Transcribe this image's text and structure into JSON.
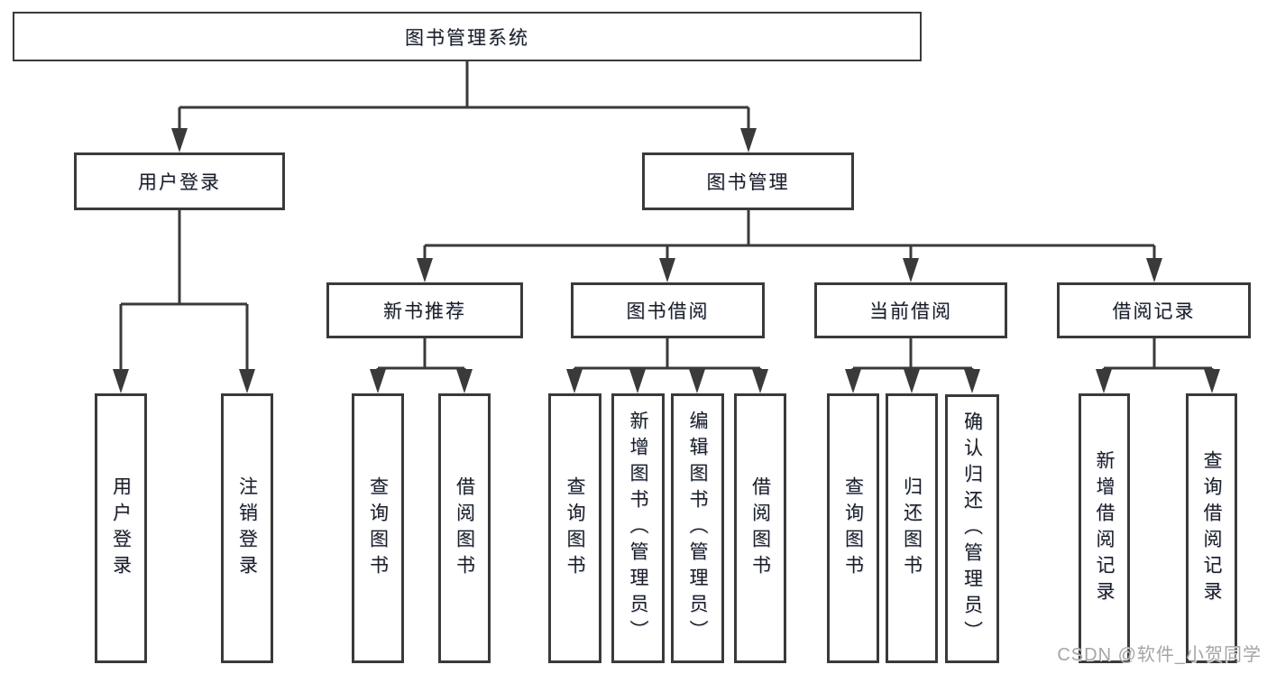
{
  "colors": {
    "line": "#3a3a3a",
    "text": "#1d1d1f",
    "watermark": "#a5a5a5",
    "background": "#ffffff"
  },
  "tree": {
    "root": {
      "label": "图书管理系统"
    },
    "level2": [
      {
        "label": "用户登录",
        "parent": "图书管理系统"
      },
      {
        "label": "图书管理",
        "parent": "图书管理系统"
      }
    ],
    "level3": [
      {
        "label": "新书推荐",
        "parent": "图书管理"
      },
      {
        "label": "图书借阅",
        "parent": "图书管理"
      },
      {
        "label": "当前借阅",
        "parent": "图书管理"
      },
      {
        "label": "借阅记录",
        "parent": "图书管理"
      }
    ],
    "leaves": [
      {
        "label": "用户登录",
        "parent": "用户登录"
      },
      {
        "label": "注销登录",
        "parent": "用户登录"
      },
      {
        "label": "查询图书",
        "parent": "新书推荐"
      },
      {
        "label": "借阅图书",
        "parent": "新书推荐"
      },
      {
        "label": "查询图书",
        "parent": "图书借阅"
      },
      {
        "label": "新增图书（管理员）",
        "parent": "图书借阅"
      },
      {
        "label": "编辑图书（管理员）",
        "parent": "图书借阅"
      },
      {
        "label": "借阅图书",
        "parent": "图书借阅"
      },
      {
        "label": "查询图书",
        "parent": "当前借阅"
      },
      {
        "label": "归还图书",
        "parent": "当前借阅"
      },
      {
        "label": "确认归还（管理员）",
        "parent": "当前借阅"
      },
      {
        "label": "新增借阅记录",
        "parent": "借阅记录"
      },
      {
        "label": "查询借阅记录",
        "parent": "借阅记录"
      }
    ]
  },
  "watermark": {
    "text": "CSDN @软件_小贺同学"
  }
}
